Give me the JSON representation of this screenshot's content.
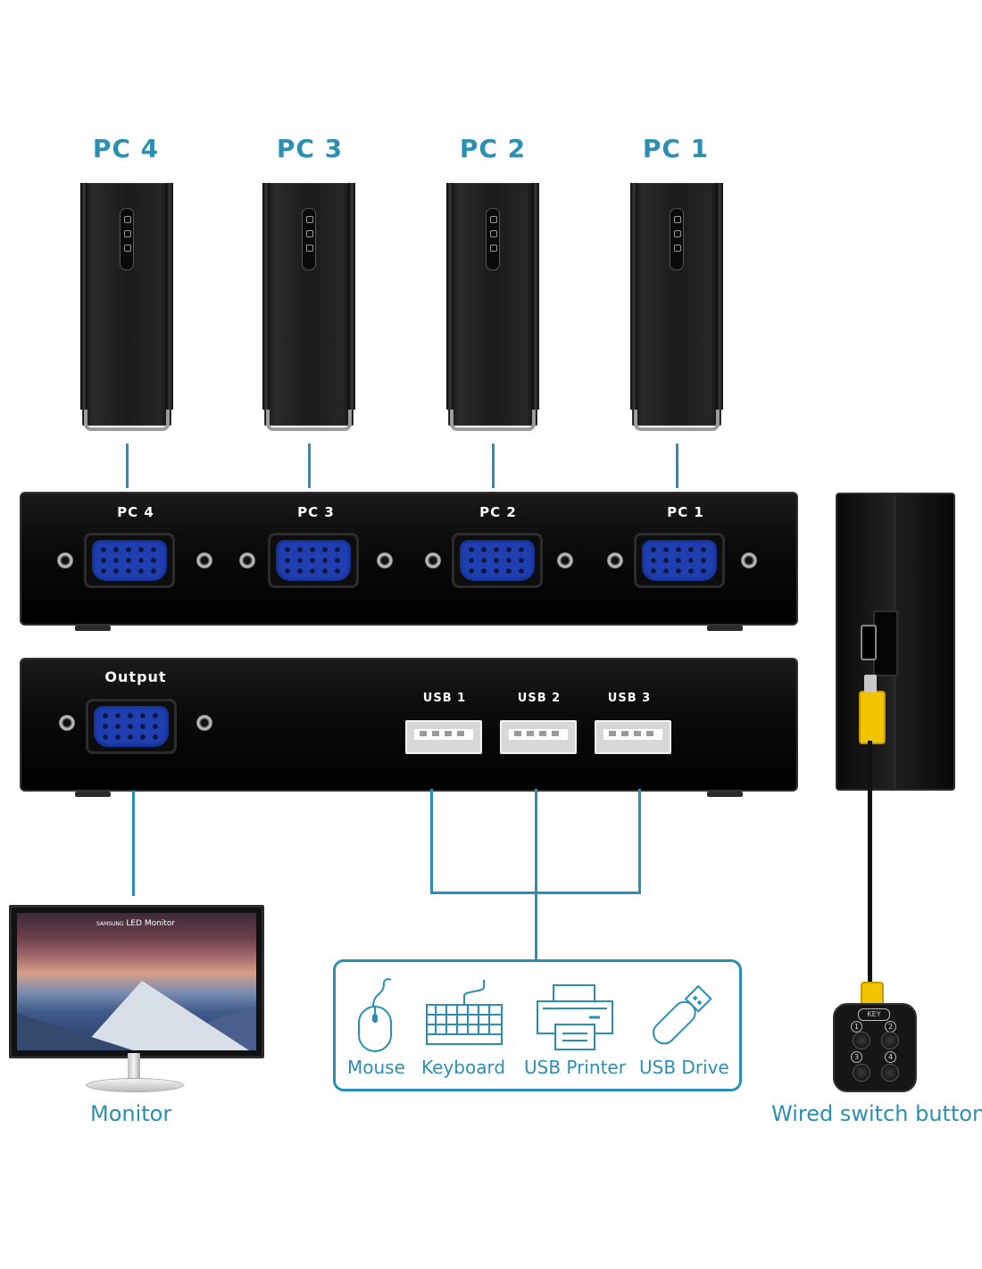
{
  "pcs": [
    {
      "label": "PC 4"
    },
    {
      "label": "PC 3"
    },
    {
      "label": "PC 2"
    },
    {
      "label": "PC 1"
    }
  ],
  "kvm_top": {
    "ports": [
      {
        "label": "PC 4"
      },
      {
        "label": "PC 3"
      },
      {
        "label": "PC 2"
      },
      {
        "label": "PC 1"
      }
    ]
  },
  "kvm_bottom": {
    "output_label": "Output",
    "usb_ports": [
      {
        "label": "USB 1"
      },
      {
        "label": "USB 2"
      },
      {
        "label": "USB 3"
      }
    ]
  },
  "monitor": {
    "brand_small": "SAMSUNG",
    "brand_text": "LED Monitor",
    "caption": "Monitor"
  },
  "devices": [
    {
      "label": "Mouse",
      "icon": "mouse-icon"
    },
    {
      "label": "Keyboard",
      "icon": "keyboard-icon"
    },
    {
      "label": "USB Printer",
      "icon": "printer-icon"
    },
    {
      "label": "USB Drive",
      "icon": "usb-drive-icon"
    }
  ],
  "remote": {
    "key_label": "KEY",
    "buttons": [
      "1",
      "2",
      "3",
      "4"
    ],
    "caption": "Wired switch button"
  },
  "colors": {
    "accent": "#2a8fb2",
    "vga_blue": "#1f3fb0",
    "cable_yellow": "#f2c500"
  }
}
